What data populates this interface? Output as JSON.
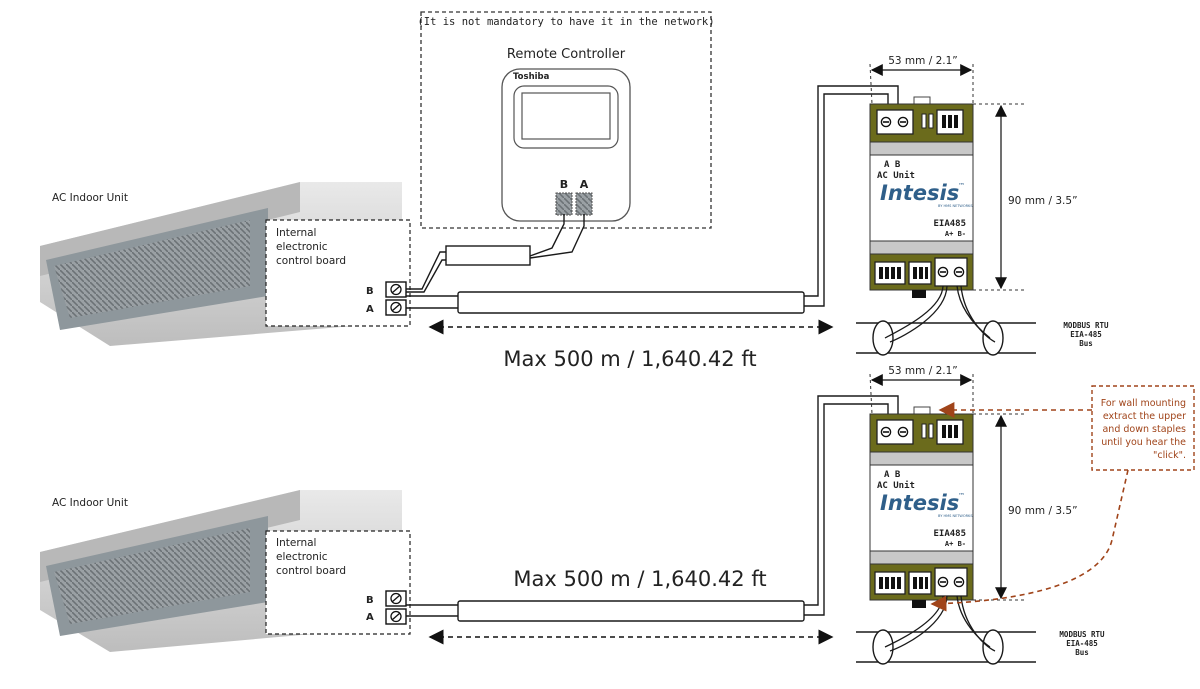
{
  "colors": {
    "device_green": "#6b6b1c",
    "device_grey": "#c8c8c8",
    "note_border": "#a0441a",
    "note_text": "#a0441a",
    "wire": "#1a1a1a"
  },
  "remote": {
    "note": "(It is not mandatory to have it in the network)",
    "title": "Remote Controller",
    "brand": "Toshiba",
    "term_b": "B",
    "term_a": "A"
  },
  "top": {
    "unit_label": "AC Indoor Unit",
    "board_label": [
      "Internal",
      "electronic",
      "control board"
    ],
    "term_b": "B",
    "term_a": "A",
    "distance": "Max 500 m / 1,640.42 ft",
    "width_dim": "53 mm / 2.1”",
    "height_dim": "90 mm / 3.5”",
    "bus_label": [
      "MODBUS RTU",
      "EIA-485",
      "Bus"
    ]
  },
  "bottom": {
    "unit_label": "AC Indoor Unit",
    "board_label": [
      "Internal",
      "electronic",
      "control board"
    ],
    "term_b": "B",
    "term_a": "A",
    "distance": "Max 500 m / 1,640.42 ft",
    "width_dim": "53 mm / 2.1”",
    "height_dim": "90 mm / 3.5”",
    "bus_label": [
      "MODBUS RTU",
      "EIA-485",
      "Bus"
    ],
    "wall_note": [
      "For wall mounting",
      "extract the upper",
      "and down staples",
      "until you hear the",
      "\"click\"."
    ]
  },
  "device": {
    "ab": "A B",
    "ac_unit": "AC Unit",
    "logo": "Intesis",
    "tm": "™",
    "logo_sub": "BY HMS NETWORKS",
    "eia": "EIA485",
    "ab_plus": "A+ B-"
  }
}
